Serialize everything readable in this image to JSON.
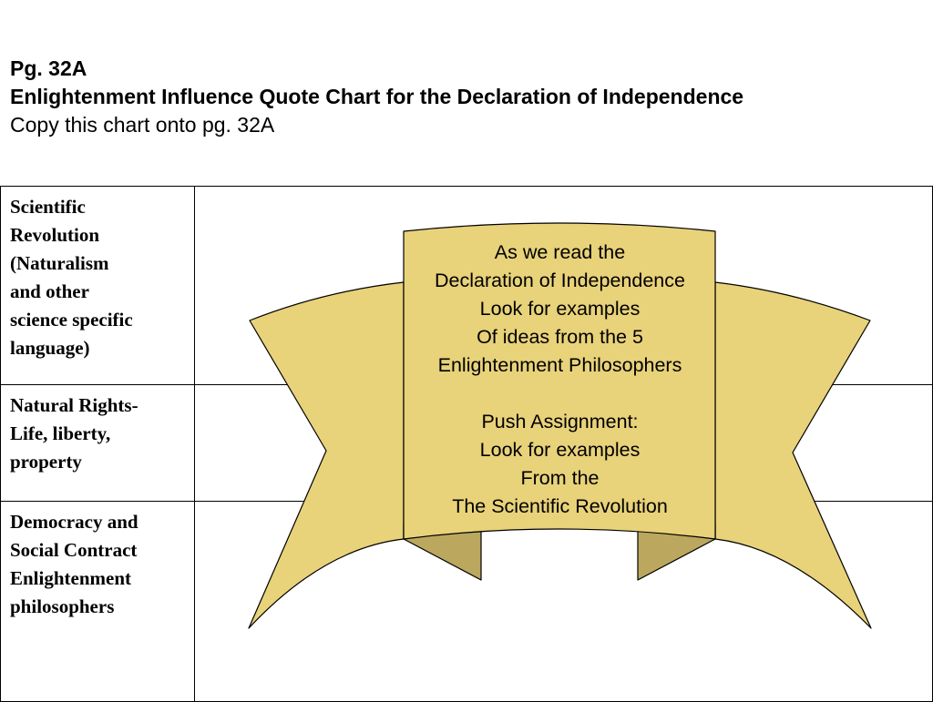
{
  "header": {
    "page": "Pg. 32A",
    "title": "Enlightenment Influence Quote Chart for the Declaration of Independence",
    "instruction": "Copy this chart onto pg. 32A"
  },
  "rows": [
    {
      "label_lines": [
        "Scientific",
        "Revolution",
        "(Naturalism",
        "and other",
        "science specific",
        "language)"
      ]
    },
    {
      "label_lines": [
        "Natural Rights-",
        "Life, liberty,",
        "property"
      ]
    },
    {
      "label_lines": [
        "Democracy and",
        "Social Contract",
        "Enlightenment",
        "philosophers"
      ]
    }
  ],
  "banner": {
    "lines1": [
      "As we read the",
      "Declaration of Independence",
      "Look for examples",
      "Of ideas from the 5",
      "Enlightenment Philosophers"
    ],
    "lines2": [
      "Push Assignment:",
      "Look for examples",
      "From the",
      "The Scientific Revolution"
    ],
    "fill_color": "#e8d27a",
    "shade_color": "#bba85e"
  }
}
